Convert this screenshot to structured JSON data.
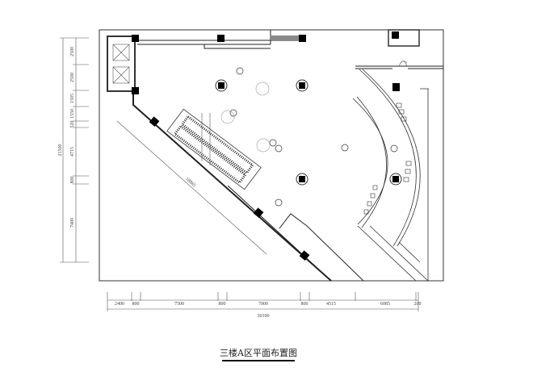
{
  "title": "三楼A区平面布置图",
  "plan": {
    "diagonal_dimension": "18865"
  },
  "dimensions": {
    "horizontal": [
      "2400",
      "800",
      "7500",
      "800",
      "7000",
      "800",
      "4515",
      "6085",
      "200"
    ],
    "horizontal_total": "30100",
    "vertical": [
      "2500",
      "2500",
      "1505",
      "1550",
      "520",
      "4715",
      "800",
      "7400"
    ],
    "vertical_total": "21500"
  }
}
